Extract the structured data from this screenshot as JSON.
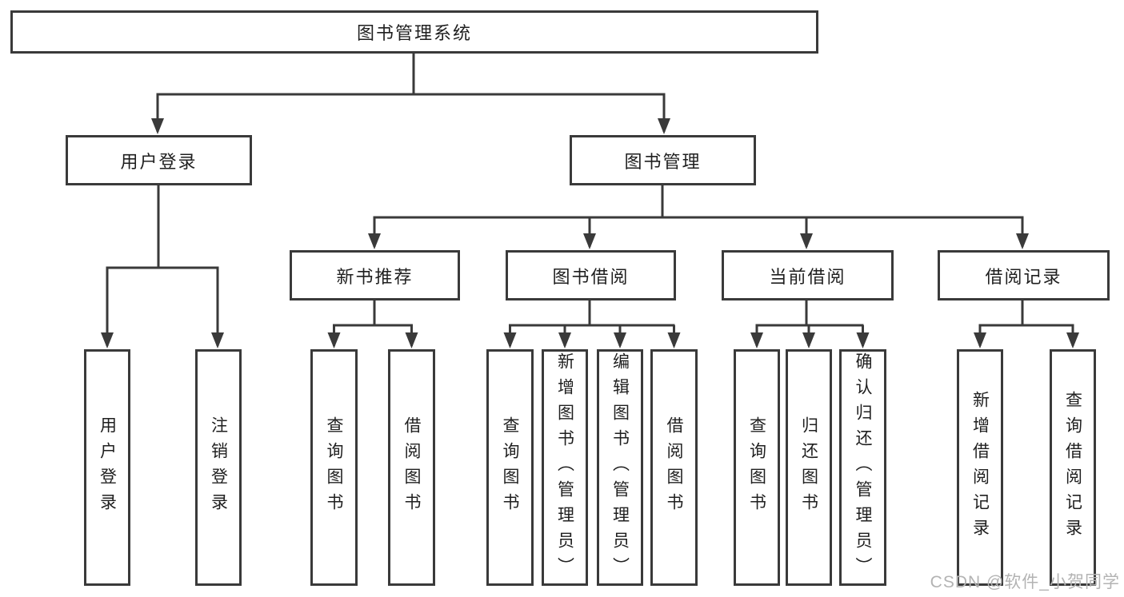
{
  "tree": {
    "label": "图书管理系统",
    "children": [
      {
        "label": "用户登录",
        "children": [
          {
            "label": "用户登录"
          },
          {
            "label": "注销登录"
          }
        ]
      },
      {
        "label": "图书管理",
        "children": [
          {
            "label": "新书推荐",
            "children": [
              {
                "label": "查询图书"
              },
              {
                "label": "借阅图书"
              }
            ]
          },
          {
            "label": "图书借阅",
            "children": [
              {
                "label": "查询图书"
              },
              {
                "label": "新增图书（管理员）"
              },
              {
                "label": "编辑图书（管理员）"
              },
              {
                "label": "借阅图书"
              }
            ]
          },
          {
            "label": "当前借阅",
            "children": [
              {
                "label": "查询图书"
              },
              {
                "label": "归还图书"
              },
              {
                "label": "确认归还（管理员）"
              }
            ]
          },
          {
            "label": "借阅记录",
            "children": [
              {
                "label": "新增借阅记录"
              },
              {
                "label": "查询借阅记录"
              }
            ]
          }
        ]
      }
    ]
  },
  "watermark": {
    "text": "CSDN @软件_小贺同学"
  },
  "colors": {
    "line": "#3a3a3a",
    "text": "#1f1f1f",
    "background": "#ffffff",
    "watermark": "#b3b3b3"
  }
}
